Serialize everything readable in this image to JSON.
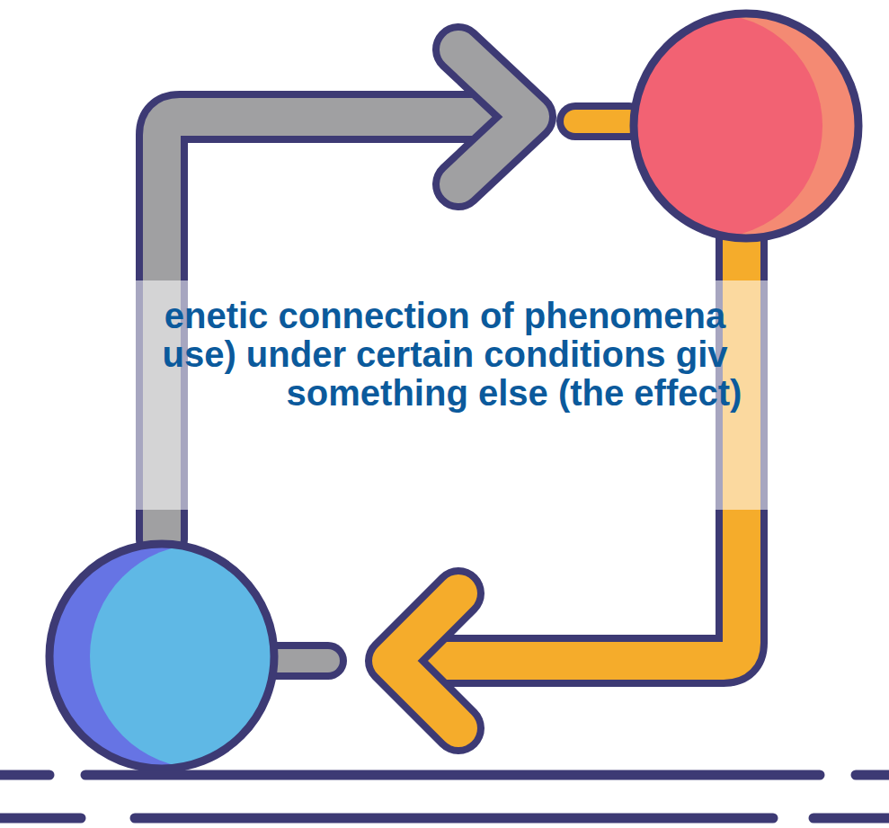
{
  "diagram": {
    "labels": [
      "enetic connection of phenomena",
      "use) under certain conditions giv",
      "something else (the effect)"
    ]
  }
}
